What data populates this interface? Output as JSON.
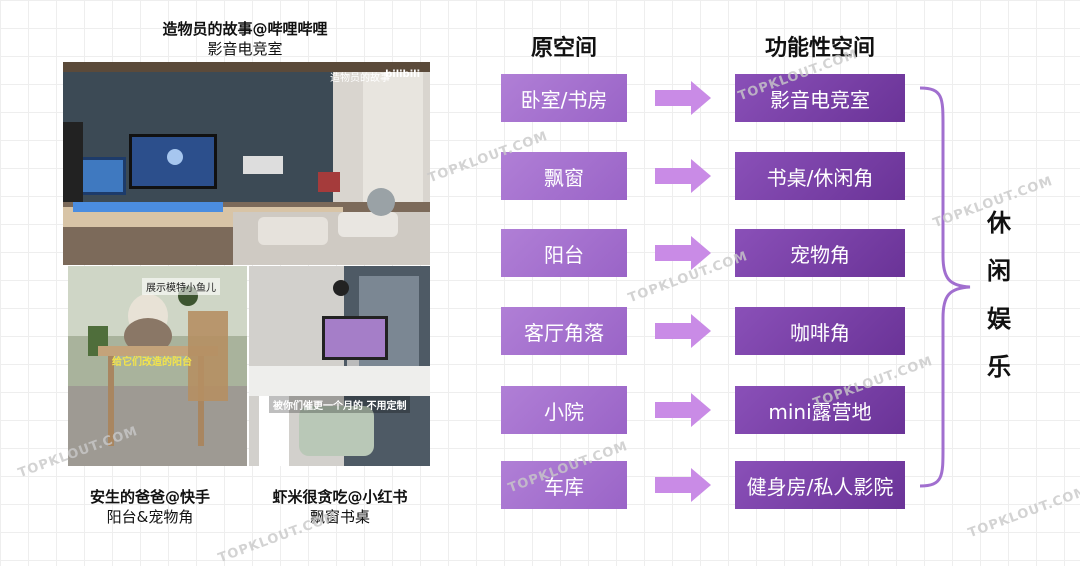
{
  "left": {
    "top_caption": {
      "line1": "造物员的故事@哔哩哔哩",
      "line2": "影音电竞室"
    },
    "bottom_left_caption": {
      "line1": "安生的爸爸@快手",
      "line2": "阳台&宠物角"
    },
    "bottom_right_caption": {
      "line1": "虾米很贪吃@小红书",
      "line2": "飘窗书桌"
    },
    "photo_top_tags": {
      "brand": "造物员的故事",
      "platform": "bilibili"
    },
    "photo_bl_tags": {
      "top": "展示模特小鱼儿",
      "mid": "给它们改造的阳台"
    },
    "photo_br_tags": {
      "mid": "被你们催更一个月的 不用定制"
    }
  },
  "headers": {
    "original": "原空间",
    "functional": "功能性空间"
  },
  "rows": [
    {
      "original": "卧室/书房",
      "functional": "影音电竞室"
    },
    {
      "original": "飘窗",
      "functional": "书桌/休闲角"
    },
    {
      "original": "阳台",
      "functional": "宠物角"
    },
    {
      "original": "客厅角落",
      "functional": "咖啡角"
    },
    {
      "original": "小院",
      "functional": "mini露营地"
    },
    {
      "original": "车库",
      "functional": "健身房/私人影院"
    }
  ],
  "group_label": [
    "休",
    "闲",
    "娱",
    "乐"
  ],
  "watermark": "TOPKLOUT.COM",
  "colors": {
    "source_box": "#a772d0",
    "target_box": "#7a40aa",
    "arrow": "#c98be6"
  }
}
